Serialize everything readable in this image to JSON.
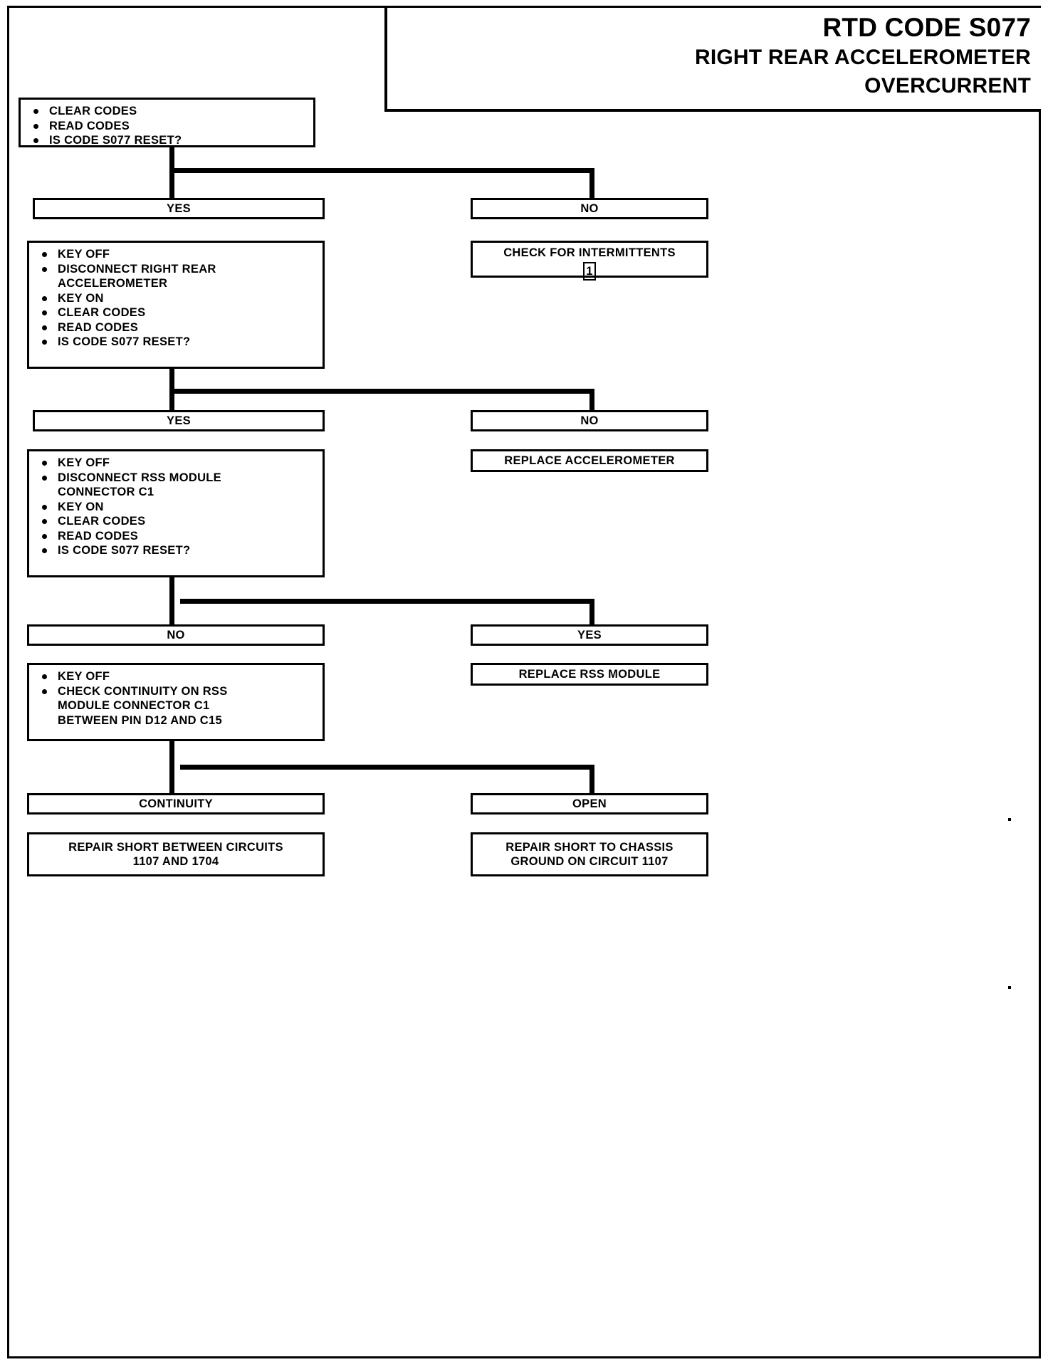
{
  "title": {
    "line1": "RTD CODE S077",
    "line2": "RIGHT REAR ACCELEROMETER",
    "line3": "OVERCURRENT"
  },
  "flow": {
    "step1": {
      "items": [
        "CLEAR CODES",
        "READ CODES",
        "IS CODE S077 RESET?"
      ]
    },
    "branch1": {
      "yes": "YES",
      "no": "NO",
      "no_result": "CHECK FOR INTERMITTENTS",
      "no_result_ref": "1"
    },
    "step2": {
      "items": [
        "KEY OFF",
        "DISCONNECT RIGHT REAR\nACCELEROMETER",
        "KEY ON",
        "CLEAR CODES",
        "READ CODES",
        "IS CODE S077 RESET?"
      ]
    },
    "branch2": {
      "yes": "YES",
      "no": "NO",
      "no_result": "REPLACE ACCELEROMETER"
    },
    "step3": {
      "items": [
        "KEY OFF",
        "DISCONNECT RSS MODULE\nCONNECTOR C1",
        "KEY ON",
        "CLEAR CODES",
        "READ CODES",
        "IS CODE S077 RESET?"
      ]
    },
    "branch3": {
      "no": "NO",
      "yes": "YES",
      "yes_result": "REPLACE RSS MODULE"
    },
    "step4": {
      "items": [
        "KEY OFF",
        "CHECK CONTINUITY ON RSS\nMODULE CONNECTOR C1\nBETWEEN PIN D12 AND C15"
      ]
    },
    "branch4": {
      "left": "CONTINUITY",
      "right": "OPEN",
      "left_result": "REPAIR SHORT BETWEEN CIRCUITS\n1107 AND 1704",
      "right_result": "REPAIR SHORT TO CHASSIS\nGROUND ON CIRCUIT 1107"
    }
  }
}
